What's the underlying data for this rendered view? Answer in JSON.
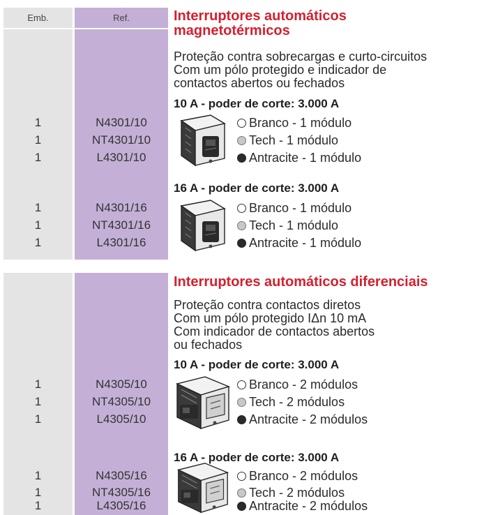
{
  "table_header": {
    "emb": "Emb.",
    "ref": "Ref."
  },
  "sections": [
    {
      "title_lines": [
        "Interruptores automáticos",
        "magnetotérmicos"
      ],
      "description": [
        "Proteção contra sobrecargas e curto-circuitos",
        "Com um pólo protegido e indicador de",
        "contactos abertos ou fechados"
      ],
      "groups": [
        {
          "spec": "10 A - poder de corte: 3.000 A",
          "items": [
            {
              "emb": "1",
              "ref": "N4301/10",
              "label": "Branco - 1 módulo",
              "finish": "white"
            },
            {
              "emb": "1",
              "ref": "NT4301/10",
              "label": "Tech - 1 módulo",
              "finish": "tech"
            },
            {
              "emb": "1",
              "ref": "L4301/10",
              "label": "Antracite - 1 módulo",
              "finish": "anthracite"
            }
          ]
        },
        {
          "spec": "16 A - poder de corte: 3.000 A",
          "items": [
            {
              "emb": "1",
              "ref": "N4301/16",
              "label": "Branco - 1 módulo",
              "finish": "white"
            },
            {
              "emb": "1",
              "ref": "NT4301/16",
              "label": "Tech - 1 módulo",
              "finish": "tech"
            },
            {
              "emb": "1",
              "ref": "L4301/16",
              "label": "Antracite - 1 módulo",
              "finish": "anthracite"
            }
          ]
        }
      ]
    },
    {
      "title_lines": [
        "Interruptores automáticos diferenciais"
      ],
      "description": [
        "Proteção contra contactos diretos",
        "Com um pólo protegido IΔn 10 mA",
        "Com indicador de contactos abertos",
        "ou fechados"
      ],
      "groups": [
        {
          "spec": "10 A - poder de corte: 3.000 A",
          "items": [
            {
              "emb": "1",
              "ref": "N4305/10",
              "label": "Branco - 2 módulos",
              "finish": "white"
            },
            {
              "emb": "1",
              "ref": "NT4305/10",
              "label": "Tech - 2 módulos",
              "finish": "tech"
            },
            {
              "emb": "1",
              "ref": "L4305/10",
              "label": "Antracite - 2 módulos",
              "finish": "anthracite"
            }
          ]
        },
        {
          "spec": "16 A - poder de corte: 3.000 A",
          "items": [
            {
              "emb": "1",
              "ref": "N4305/16",
              "label": "Branco - 2 módulos",
              "finish": "white"
            },
            {
              "emb": "1",
              "ref": "NT4305/16",
              "label": "Tech - 2 módulos",
              "finish": "tech"
            },
            {
              "emb": "1",
              "ref": "L4305/16",
              "label": "Antracite - 2 módulos",
              "finish": "anthracite"
            }
          ]
        }
      ]
    }
  ],
  "colors": {
    "title_red": "#d4202e",
    "ref_column_purple": "#c4b0d6",
    "emb_column_gray": "#e4e4e4"
  }
}
